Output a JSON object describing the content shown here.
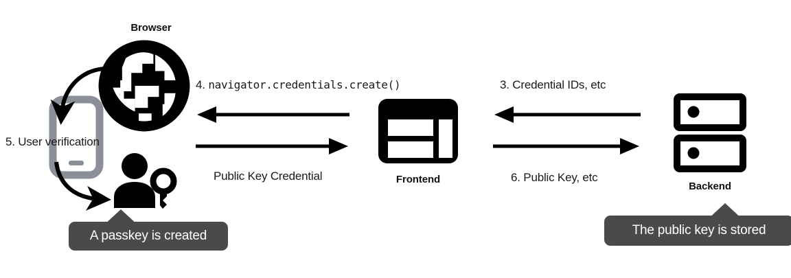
{
  "diagram": {
    "title": "WebAuthn passkey registration flow",
    "background_color": "#ffffff",
    "ink_color": "#000000",
    "muted_color": "#8a8f98",
    "callout_color": "#4a4a4a"
  },
  "nodes": {
    "browser": {
      "label": "Browser",
      "icon": "globe-browser-icon"
    },
    "authenticator": {
      "icon": "mobile-phone-icon"
    },
    "user": {
      "icon": "person-with-key-icon"
    },
    "frontend": {
      "label": "Frontend",
      "icon": "web-layout-icon"
    },
    "backend": {
      "label": "Backend",
      "icon": "server-rack-icon"
    }
  },
  "flows": [
    {
      "id": "step-3",
      "label": "3. Credential IDs, etc",
      "direction": "backend-to-frontend",
      "style": "plain"
    },
    {
      "id": "step-4",
      "label_prefix": "4.",
      "label_code": "navigator.credentials.create()",
      "direction": "frontend-to-browser",
      "style": "mono"
    },
    {
      "id": "step-5",
      "label": "5. User verification",
      "direction": "browser-to-user",
      "style": "curved"
    },
    {
      "id": "public-key-credential",
      "label": "Public Key Credential",
      "direction": "browser-to-frontend",
      "style": "plain"
    },
    {
      "id": "step-6",
      "label": "6. Public Key, etc",
      "direction": "frontend-to-backend",
      "style": "plain"
    }
  ],
  "callouts": [
    {
      "id": "passkey-created",
      "text": "A passkey is created",
      "anchor": "user"
    },
    {
      "id": "public-key-stored",
      "text": "The public key is stored",
      "anchor": "backend"
    }
  ]
}
